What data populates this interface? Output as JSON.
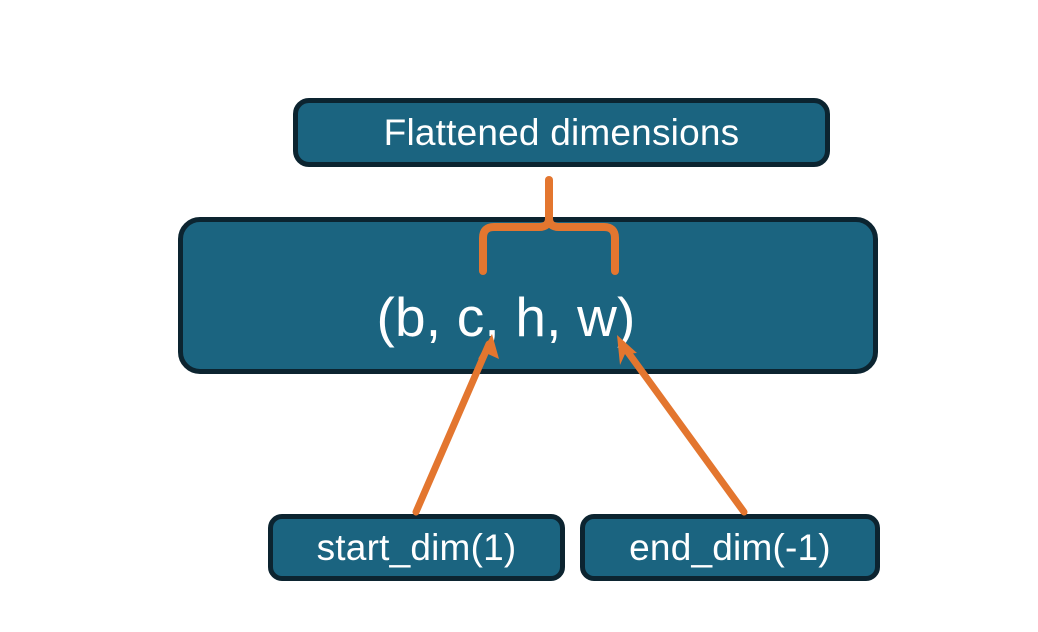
{
  "diagram": {
    "title_node": {
      "label": "Flattened dimensions"
    },
    "tensor_shape_node": {
      "label": "(b, c, h, w)"
    },
    "argument_nodes": [
      {
        "label": "start_dim(1)"
      },
      {
        "label": "end_dim(-1)"
      }
    ],
    "connectors": {
      "brace": {
        "name": "curly-brace-over-c-h-w",
        "points_to": "Flattened dimensions"
      },
      "arrows": [
        {
          "name": "start-dim-arrow",
          "from": "start_dim(1)",
          "to": "c"
        },
        {
          "name": "end-dim-arrow",
          "from": "end_dim(-1)",
          "to": "w"
        }
      ]
    },
    "colors": {
      "box_fill": "#1b6480",
      "box_border": "#0c2430",
      "text": "#ffffff",
      "accent": "#e3762f",
      "background": "#ffffff"
    }
  }
}
